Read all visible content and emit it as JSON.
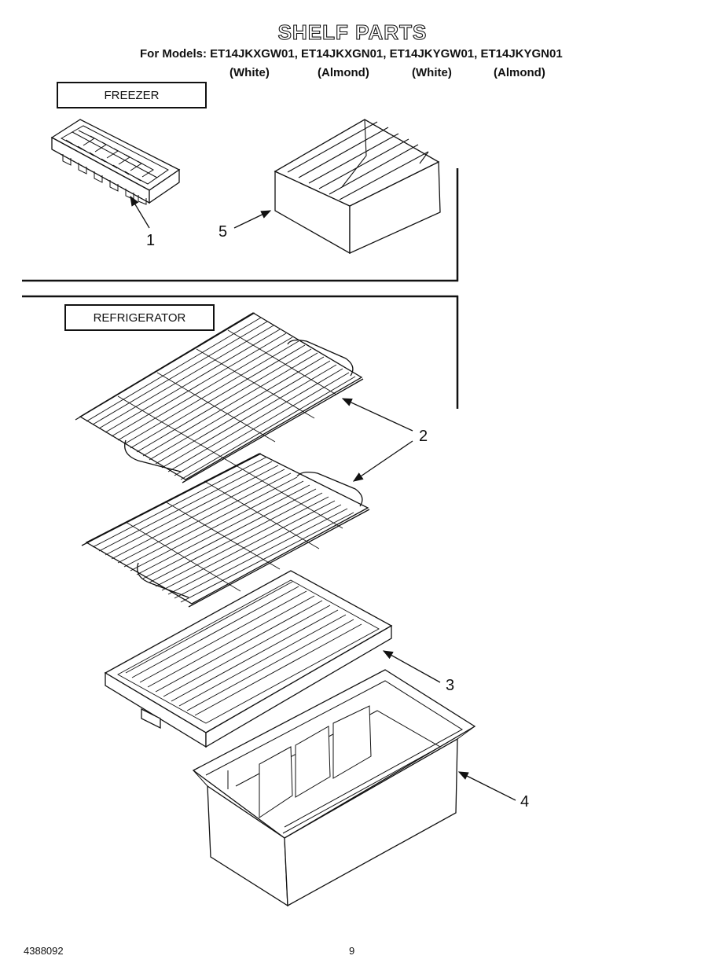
{
  "header": {
    "title": "SHELF PARTS",
    "models": "For Models: ET14JKXGW01, ET14JKXGN01, ET14JKYGW01, ET14JKYGN01",
    "colors": [
      "(White)",
      "(Almond)",
      "(White)",
      "(Almond)"
    ]
  },
  "sections": {
    "freezer": "FREEZER",
    "refrigerator": "REFRIGERATOR"
  },
  "callouts": {
    "part1": "1",
    "part2": "2",
    "part3": "3",
    "part4": "4",
    "part5": "5"
  },
  "footer": {
    "doc_number": "4388092",
    "page_number": "9"
  }
}
